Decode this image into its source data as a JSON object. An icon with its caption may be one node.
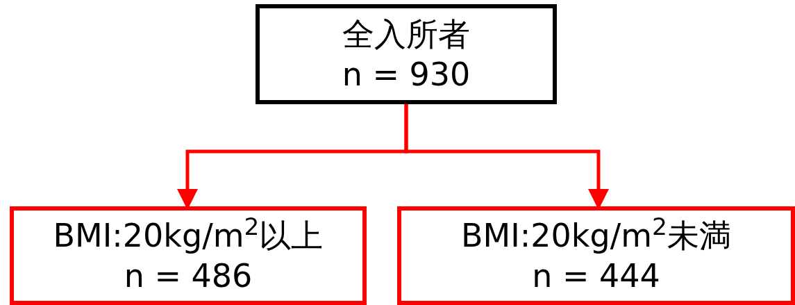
{
  "diagram": {
    "nodes": [
      {
        "text": [
          "全入所者",
          "n = 930"
        ]
      },
      {
        "text": [
          "BMI:20kg/m$^{2}$以上",
          "n = 486"
        ]
      },
      {
        "text": [
          "BMI:20kg/m$^{2}$未満",
          "n = 444"
        ]
      }
    ],
    "edges": [
      {
        "from": 0,
        "to": 1,
        "arrow": "to"
      },
      {
        "from": 0,
        "to": 2,
        "arrow": "to"
      }
    ]
  }
}
